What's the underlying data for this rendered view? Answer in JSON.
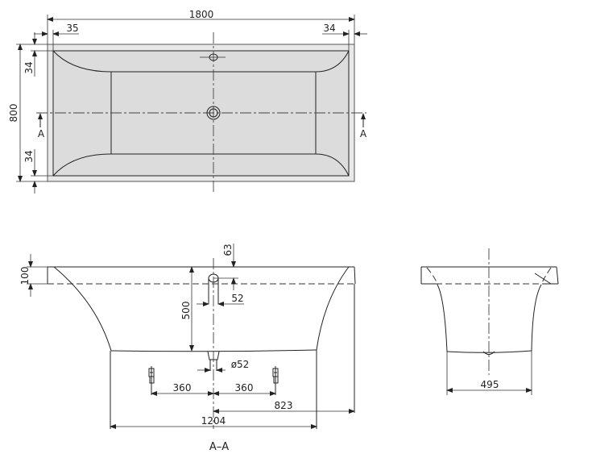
{
  "colors": {
    "background": "#ffffff",
    "tub_fill": "#dcdcdc",
    "rim_fill": "#e8e8e8",
    "line": "#222222"
  },
  "top_view": {
    "overall_length": "1800",
    "overall_width": "800",
    "rim_left": "35",
    "rim_right": "34",
    "rim_top": "34",
    "rim_bottom": "34",
    "section_marker_left": "A",
    "section_marker_right": "A"
  },
  "section_view": {
    "rim_height": "100",
    "overflow_offset": "63",
    "overflow_diameter": "52",
    "depth": "500",
    "drain_diameter": "ø52",
    "leg_left_offset": "360",
    "leg_right_offset": "360",
    "drain_to_end": "823",
    "bottom_length": "1204",
    "title": "A–A"
  },
  "end_view": {
    "bottom_width": "495"
  }
}
